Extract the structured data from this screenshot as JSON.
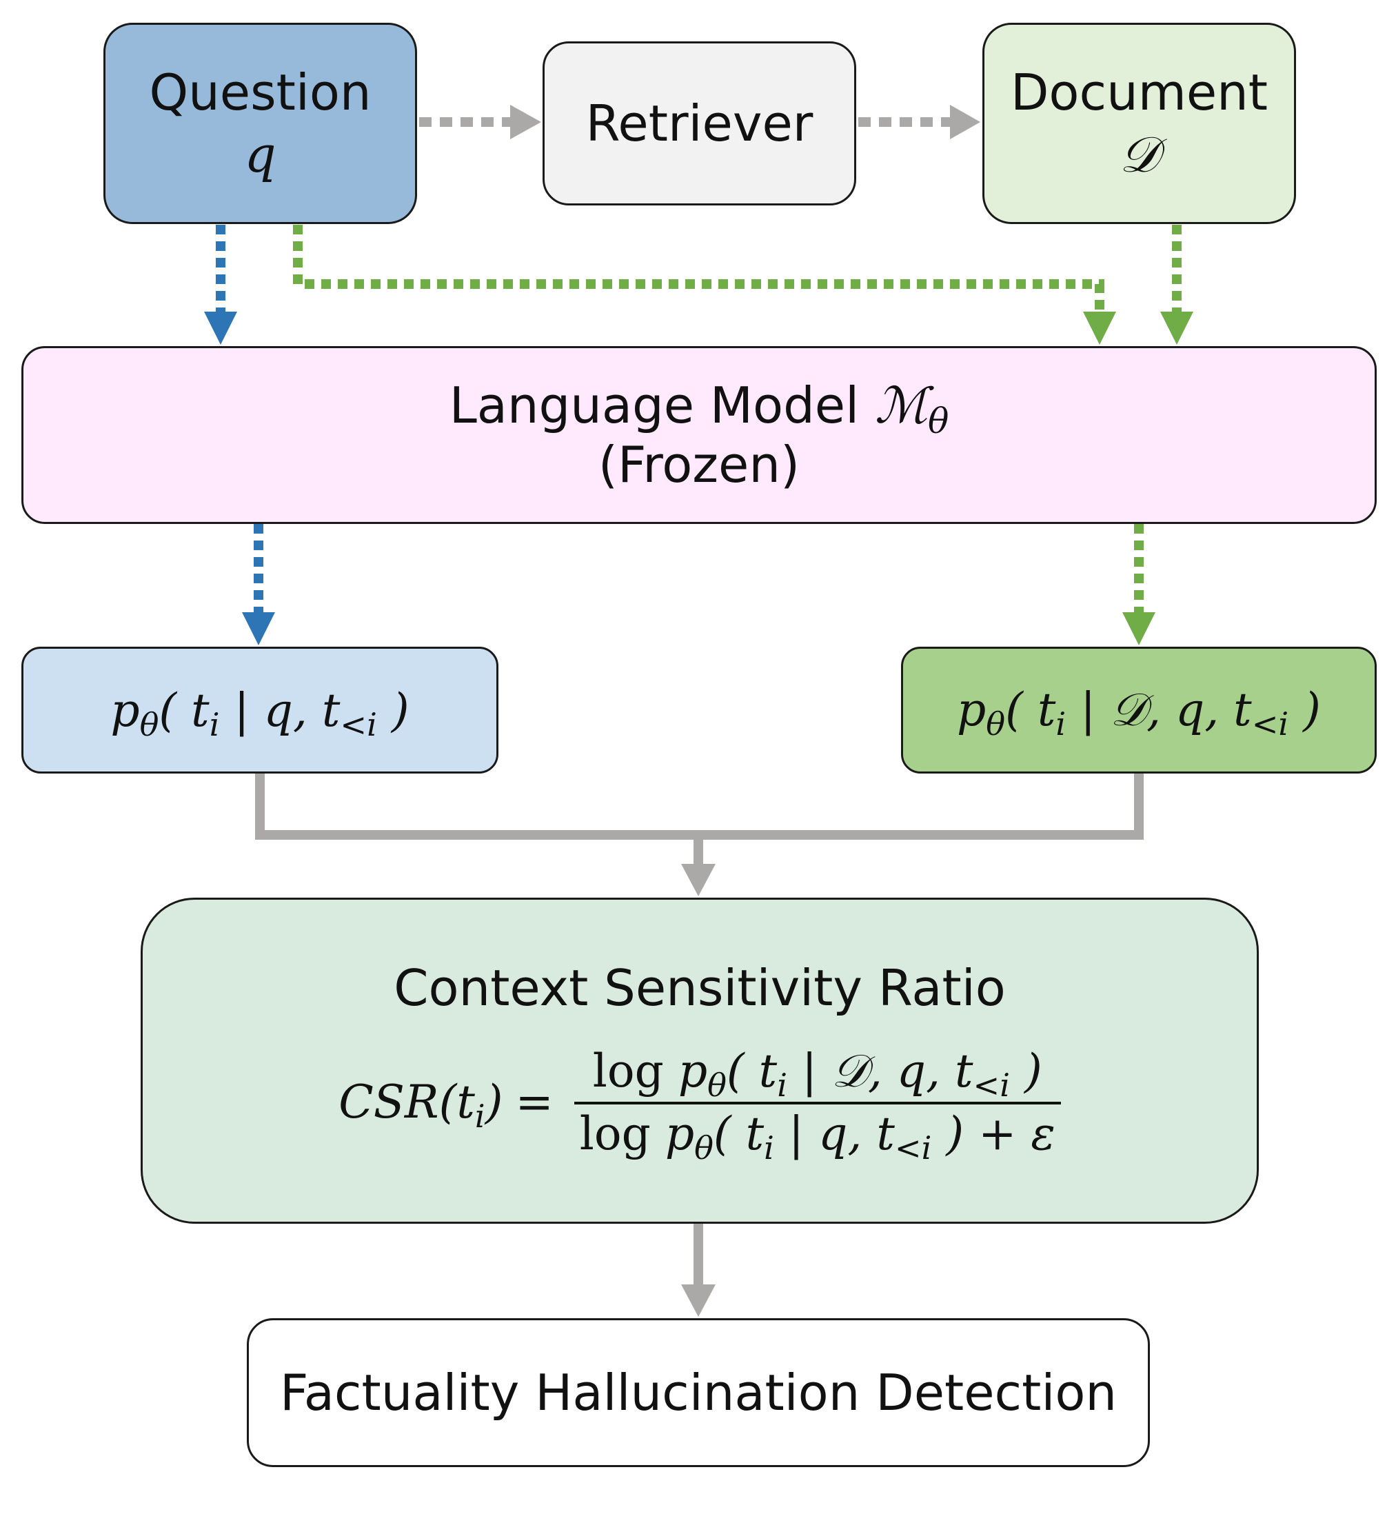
{
  "nodes": {
    "question": {
      "title": "Question",
      "symbol": "q",
      "color": "#97BADA"
    },
    "retriever": {
      "title": "Retriever",
      "color": "#F2F2F2"
    },
    "document": {
      "title": "Document",
      "symbol": "𝒟",
      "color": "#E2EFD9"
    },
    "language_model": {
      "title": "Language Model",
      "symbol_main": "ℳ",
      "symbol_sub": "θ",
      "subtitle": "(Frozen)",
      "color": "#FFEAFD"
    },
    "prob_without_context": {
      "p": "p",
      "theta": "θ",
      "body": "( t",
      "i": "i",
      "given": " | q, t",
      "lt_i": "<i",
      "close": " )",
      "color": "#CDE0F1"
    },
    "prob_with_context": {
      "p": "p",
      "theta": "θ",
      "body": "( t",
      "i": "i",
      "given": " | 𝒟, q, t",
      "lt_i": "<i",
      "close": " )",
      "color": "#A8D08D"
    },
    "csr": {
      "title": "Context Sensitivity Ratio",
      "lhs": "CSR(t",
      "lhs_i": "i",
      "lhs_close": ")",
      "equals": "=",
      "numerator": {
        "log": "log ",
        "p": "p",
        "theta": "θ",
        "body": "( t",
        "i": "i",
        "given": " | 𝒟, q, t",
        "lt_i": "<i",
        "close": " )"
      },
      "denominator": {
        "log": "log ",
        "p": "p",
        "theta": "θ",
        "body": "( t",
        "i": "i",
        "given": " | q, t",
        "lt_i": "<i",
        "close": " )",
        "plus": " + ",
        "eps": "ε"
      },
      "color": "#D9EBDE"
    },
    "detection": {
      "title": "Factuality Hallucination Detection",
      "color": "#FFFFFF"
    }
  },
  "edge_colors": {
    "gray": "#ABA8A8",
    "blue": "#2E75B6",
    "green": "#70AD47"
  }
}
